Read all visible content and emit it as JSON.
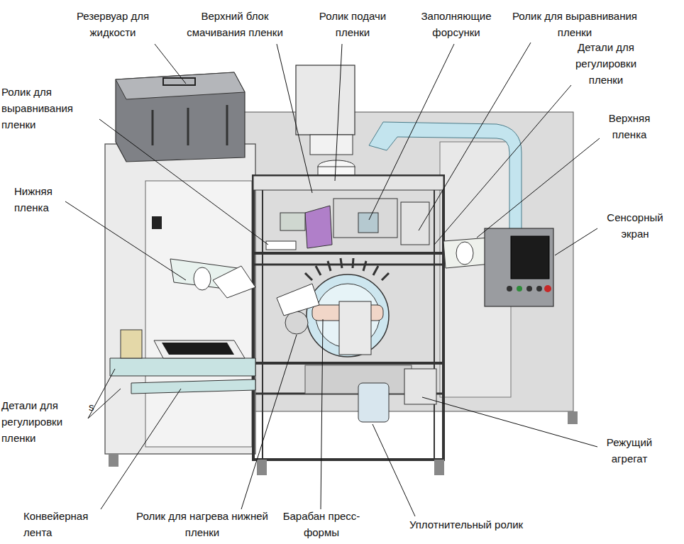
{
  "diagram": {
    "labels": [
      "Резервуар для жидкости",
      "Верхний блок смачивания пленки",
      "Ролик подачи пленки",
      "Заполняющие форсунки",
      "Ролик для выравнивания пленки",
      "Детали для регулировки пленки",
      "Верхняя пленка",
      "Ролик для выравнивания пленки",
      "Нижняя пленка",
      "Сенсорный экран",
      "Детали для регулировки пленки",
      "s",
      "Режущий агрегат",
      "Конвейерная лента",
      "Ролик для нагрева нижней пленки",
      "Барабан пресс-формы",
      "Уплотнительный ролик"
    ]
  }
}
